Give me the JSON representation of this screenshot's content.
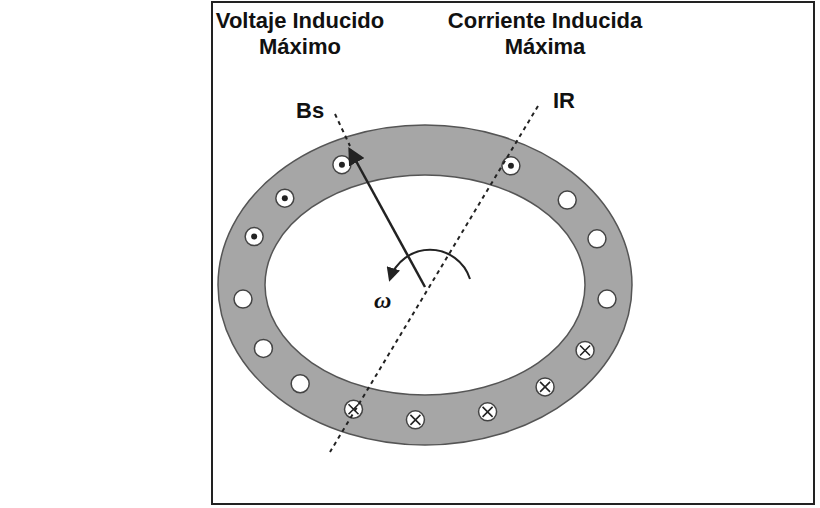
{
  "diagram": {
    "labels": [
      "Voltaje Inducido Máximo",
      "Corriente Inducida Máxima",
      "Bs",
      "IR",
      "ω"
    ]
  }
}
